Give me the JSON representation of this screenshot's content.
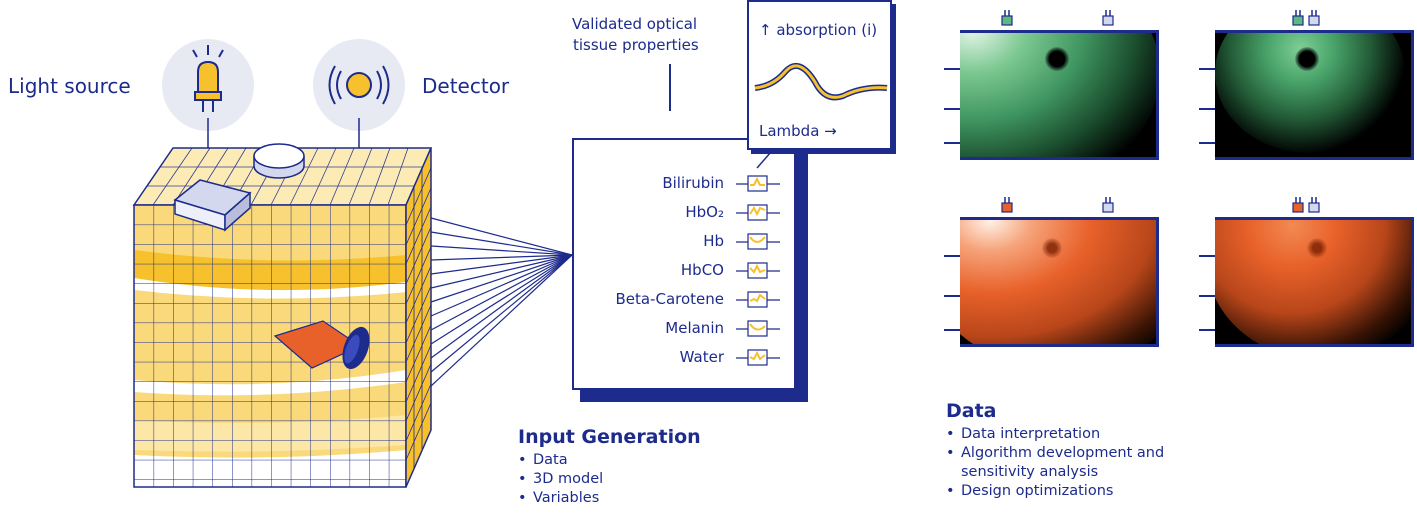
{
  "diagram": {
    "light_source_label": "Light source",
    "detector_label": "Detector",
    "validated_label_line1": "Validated optical",
    "validated_label_line2": "tissue properties",
    "graph_y_label": "↑ absorption (i)",
    "graph_x_label": "Lambda →",
    "chromophores": [
      "Bilirubin",
      "HbO₂",
      "Hb",
      "HbCO",
      "Beta-Carotene",
      "Melanin",
      "Water"
    ]
  },
  "input_generation": {
    "heading": "Input Generation",
    "items": [
      "Data",
      "3D model",
      "Variables"
    ]
  },
  "data_section": {
    "heading": "Data",
    "items": [
      "Data interpretation",
      "Algorithm development and",
      "sensitivity analysis",
      "Design optimizations"
    ]
  },
  "colors": {
    "navy": "#1d2b8c",
    "yellow": "#f6c12c",
    "green_light": "#5fb87d",
    "orange_light": "#e8612a",
    "detector_gray": "#d4d8ee"
  }
}
